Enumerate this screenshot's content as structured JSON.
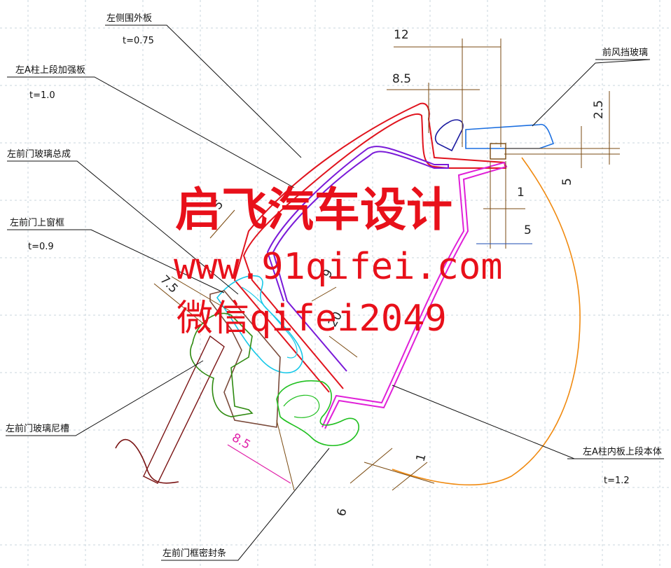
{
  "labels": {
    "side_outer_panel": "左侧围外板",
    "side_outer_thickness": "t=0.75",
    "a_pillar_upper_reinf": "左A柱上段加强板",
    "a_pillar_upper_reinf_thickness": "t=1.0",
    "front_door_glass_assy": "左前门玻璃总成",
    "front_door_upper_frame": "左前门上窗框",
    "front_door_upper_frame_thickness": "t=0.9",
    "front_door_glass_run": "左前门玻璃尼槽",
    "front_door_frame_seal": "左前门框密封条",
    "windshield": "前风挡玻璃",
    "a_pillar_inner_upper": "左A柱内板上段本体",
    "a_pillar_inner_upper_thickness": "t=1.2"
  },
  "dimensions": {
    "d12": "12",
    "d8_5_top": "8.5",
    "d2_5": "2.5",
    "d5_right": "5",
    "d1_mid": "1",
    "d5_mid": "5",
    "d5_left": "5",
    "d7_5": "7.5",
    "d9": "9",
    "d20": "20",
    "d8_5_bottom": "8.5",
    "d1_bottom": "1",
    "d6": "6"
  },
  "watermark": {
    "line1": "启飞汽车设计",
    "line2": "www.91qifei.com",
    "line3": "微信qifei2049"
  },
  "colors": {
    "outer_panel": "#e0141e",
    "reinforcement": "#7a1ad8",
    "inner_panel": "#e020d8",
    "glass": "#18c8e8",
    "seal": "#20c020",
    "glass_run": "#2e8a10",
    "frame": "#7a4a3a",
    "windshield": "#1a6ee0",
    "orange": "#f08a10",
    "grid": "#c8d4de",
    "dimension": "#7a4a10",
    "watermark": "#e8101a"
  }
}
